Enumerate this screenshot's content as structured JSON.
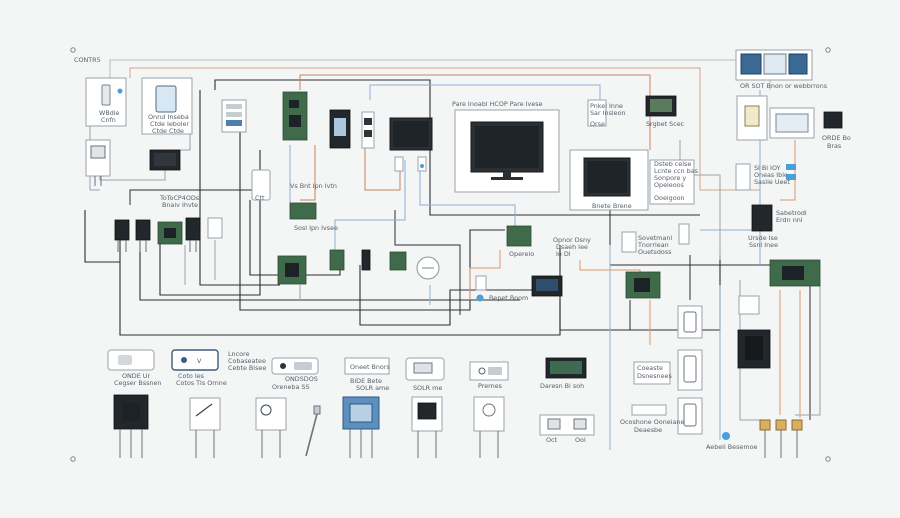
{
  "diagram": {
    "corner_label": "CONTR5",
    "labels": {
      "top_left_a": "WBdle",
      "top_left_b": "Cnfn",
      "tablet_a": "Onrul Inseba",
      "tablet_b": "Ctde Ieboler",
      "tablet_c": "Ctde Ctde",
      "mid_left_a": "ToToCP4ODs",
      "mid_left_b": "Bnaiv Ihvte",
      "center_top": "Pare Inoabl HCOP Pare Ivese",
      "sensor_label": "Vs Bnt Ipn Ivtn",
      "top_right_a": "Pnkel Inne",
      "top_right_b": "Sar Insleon",
      "top_right_c": "Srgbet Scec",
      "monitor_caption": "Bnete Brene",
      "far_right_header": "OR SOT Bnon or webbrrons",
      "right_list_a": "ORDE Bo",
      "right_list_b": "Bras",
      "right_chip_a": "Dsteb celse",
      "right_chip_b": "Lcnte ccn bas",
      "right_chip_c": "Sonpore y",
      "right_chip_d": "Opeleoos",
      "right_chip_e": "Ooelgoon",
      "mid_center_a": "Opnor Dsny",
      "mid_center_b": "Dsaeh Iee",
      "mid_center_c": "Io Dl",
      "mid_center_d": "Operelo",
      "right_mid_a": "Sovetmanl",
      "right_mid_b": "Tnorrlean",
      "right_mid_c": "Ouetsdoss",
      "right_side_a": "Sabetrodl",
      "right_side_b": "Erdn nnl",
      "right_side_c": "Ursde Ise",
      "right_side_d": "Ssnl Inee",
      "right_list2_a": "Sl Bl IOY",
      "right_list2_b": "Oneas Ibie",
      "right_list2_c": "Saslie Ueet",
      "legend_icon_label": "Bepet Boom",
      "bottom_row_a": "ONDE Ur",
      "bottom_row_b": "Cegser Bssnen",
      "bottom_row_c": "Cotos Tls Ornne",
      "bottom_row_d": "Lncore",
      "bottom_row_e": "Cobaseatee",
      "bottom_row_f": "Cebte Bisee",
      "bottom_row_g": "ONDSDOS",
      "bottom_row_h": "Oreneba SS",
      "bottom_row_i": "Oneet Bnors",
      "bottom_row_j": "BlDE Bete",
      "bottom_row_k": "SOLR ame",
      "bottom_row_l": "Prernes",
      "bottom_row_m": "Daresn Bi soh",
      "bottom_row_n": "Coeaste",
      "bottom_row_o": "Dsnesnees",
      "bottom_row_p": "Deaesbe",
      "bottom_row_q": "Ocoshone Ooneiane",
      "bottom_row_r": "Oct",
      "bottom_row_s": "Ool",
      "bottom_right_label": "Aebeli Besemoe"
    }
  }
}
